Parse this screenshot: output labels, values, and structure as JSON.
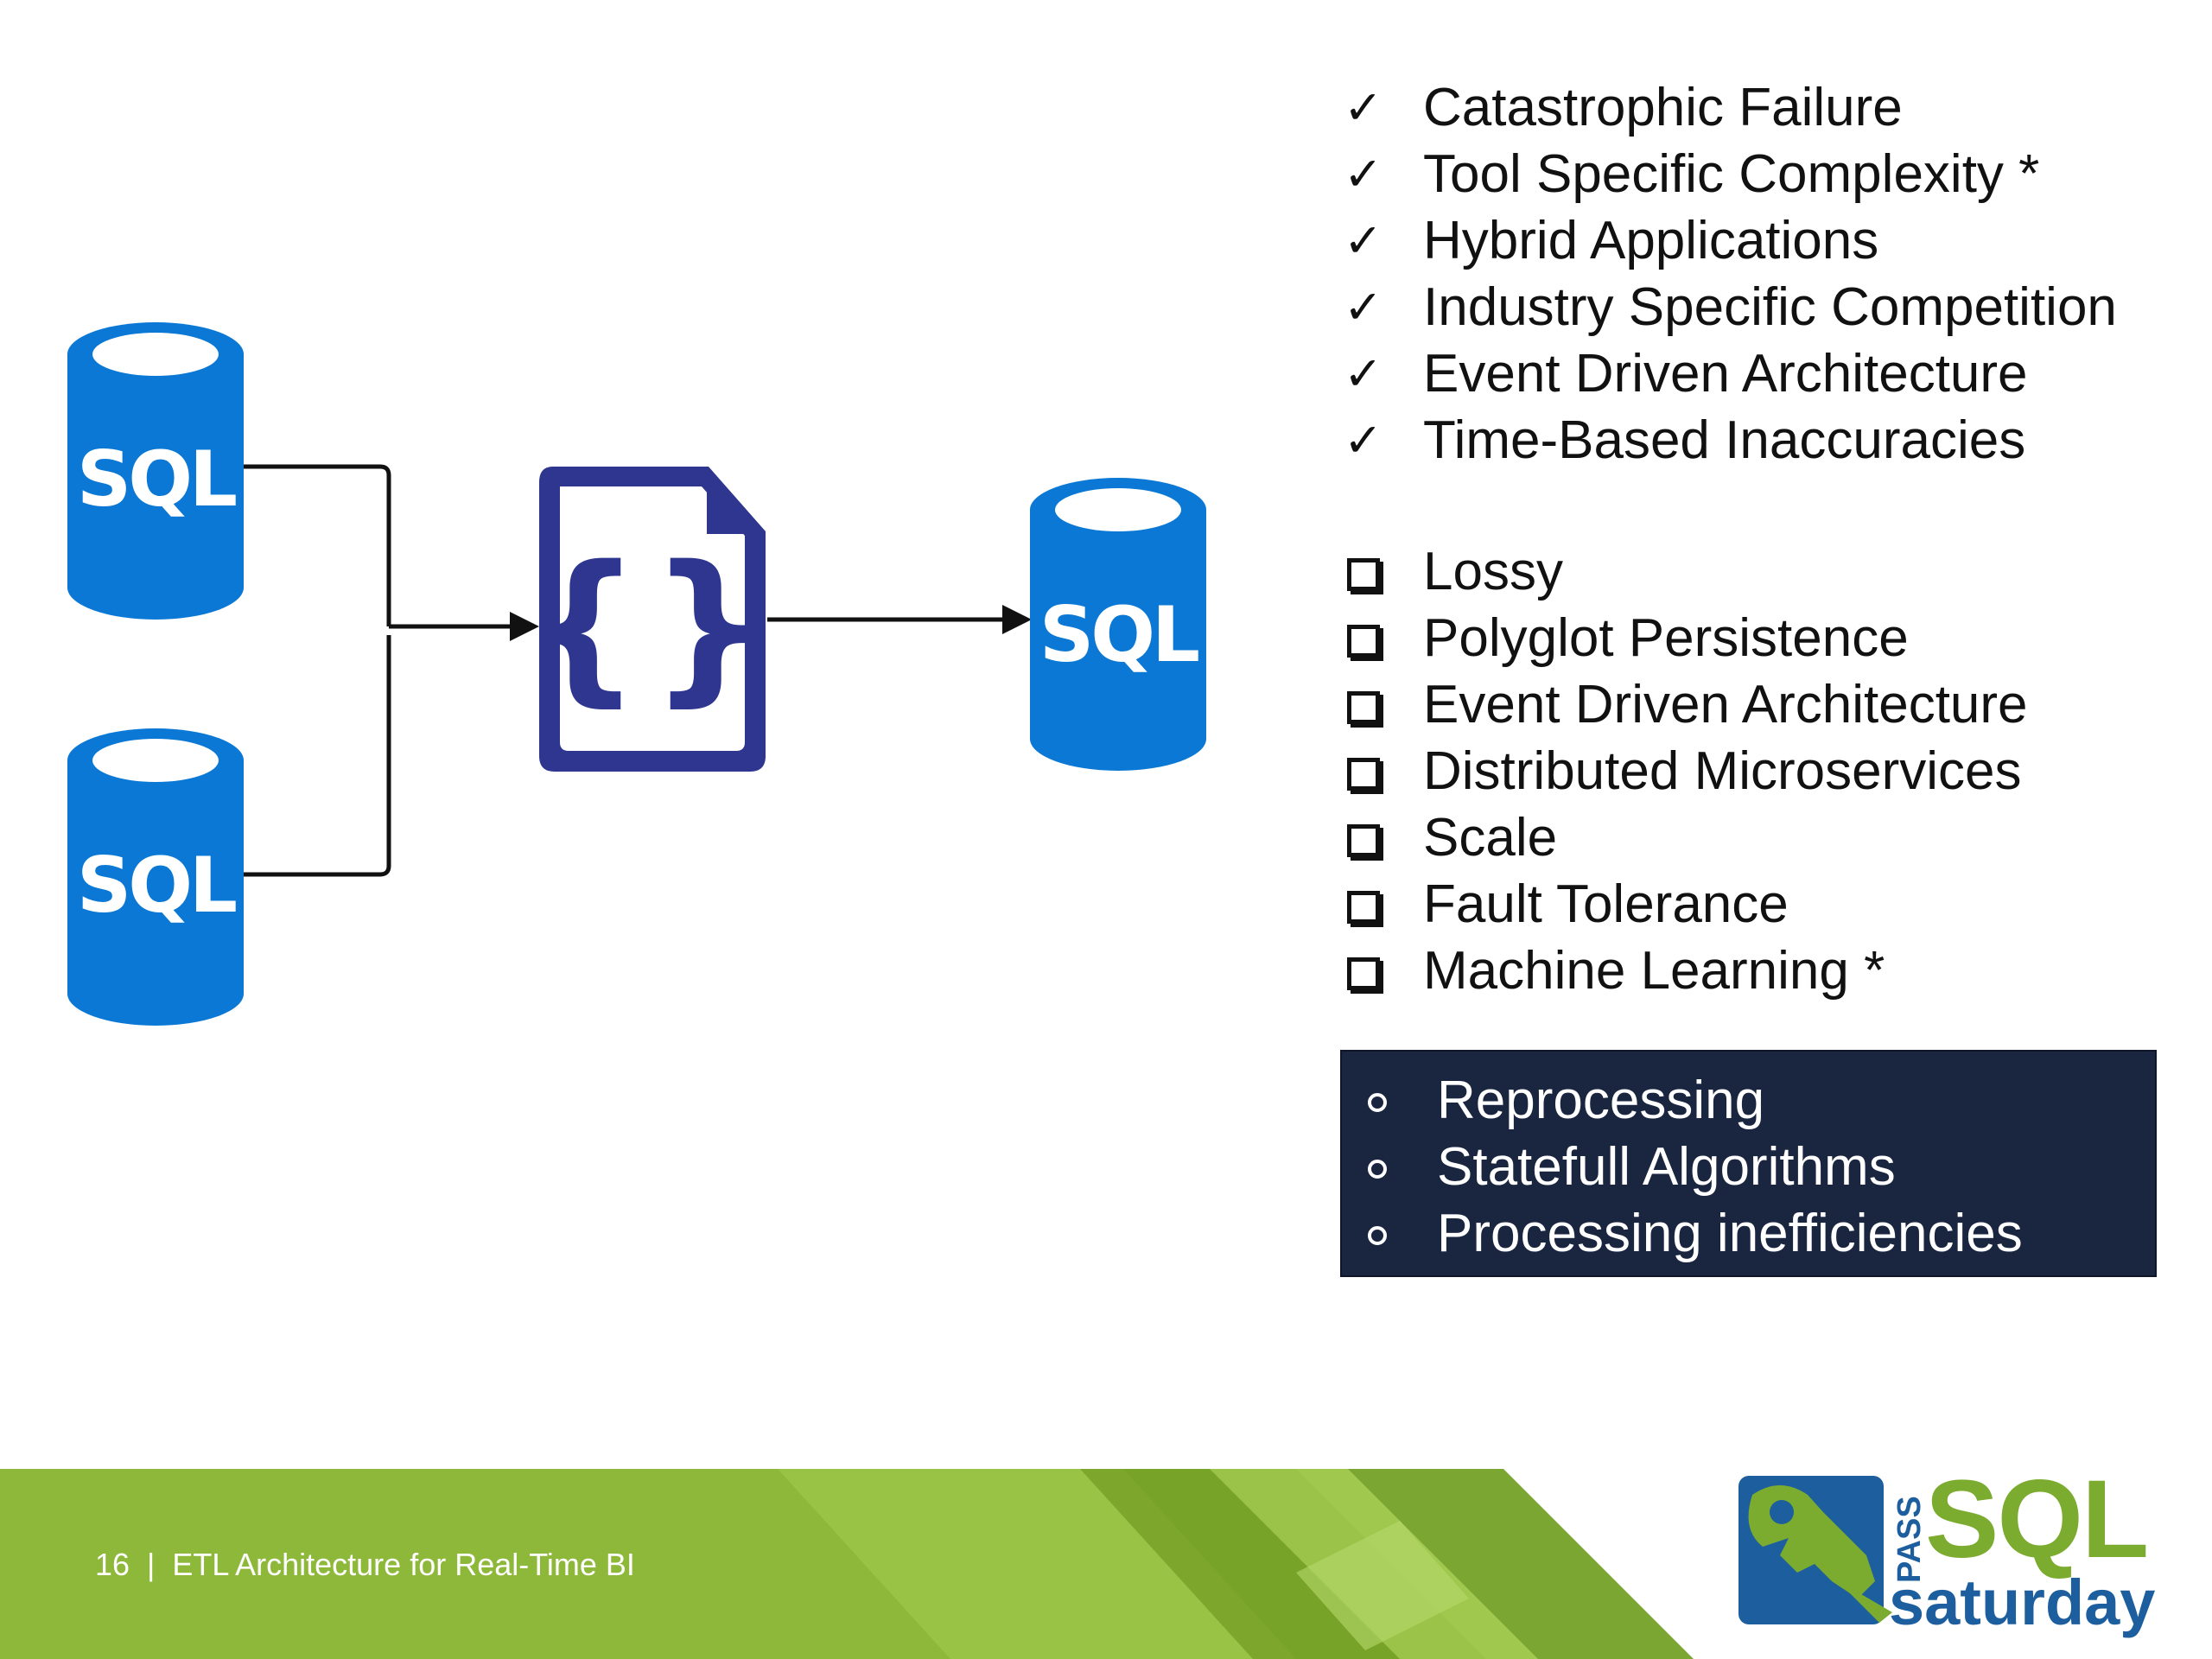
{
  "diagram": {
    "source_db_1": {
      "label": "SQL"
    },
    "source_db_2": {
      "label": "SQL"
    },
    "transform": {
      "symbol": "{}"
    },
    "target_db": {
      "label": "SQL"
    }
  },
  "checked_items": [
    {
      "marker": "✓",
      "label": "Catastrophic Failure"
    },
    {
      "marker": "✓",
      "label": "Tool Specific Complexity *"
    },
    {
      "marker": "✓",
      "label": "Hybrid Applications"
    },
    {
      "marker": "✓",
      "label": "Industry Specific Competition"
    },
    {
      "marker": "✓",
      "label": "Event Driven Architecture"
    },
    {
      "marker": "✓",
      "label": "Time-Based Inaccuracies"
    }
  ],
  "box_items": [
    {
      "label": "Lossy"
    },
    {
      "label": "Polyglot Persistence"
    },
    {
      "label": "Event Driven Architecture"
    },
    {
      "label": "Distributed Microservices"
    },
    {
      "label": "Scale"
    },
    {
      "label": "Fault Tolerance"
    },
    {
      "label": "Machine Learning *"
    }
  ],
  "highlight_items": [
    {
      "label": "Reprocessing"
    },
    {
      "label": "Statefull Algorithms"
    },
    {
      "label": "Processing inefficiencies"
    }
  ],
  "footer": {
    "page_number": "16",
    "separator": "|",
    "title": "ETL Architecture for Real-Time BI"
  },
  "logo": {
    "pass": "PASS",
    "sql": "SQL",
    "saturday": "saturday"
  },
  "colors": {
    "db_blue": "#0a78d4",
    "doc_navy": "#2e3690",
    "dark_box": "#1a2540",
    "footer_green": "#8db83a",
    "logo_blue": "#1d5f9e",
    "logo_green": "#7bab2f"
  }
}
